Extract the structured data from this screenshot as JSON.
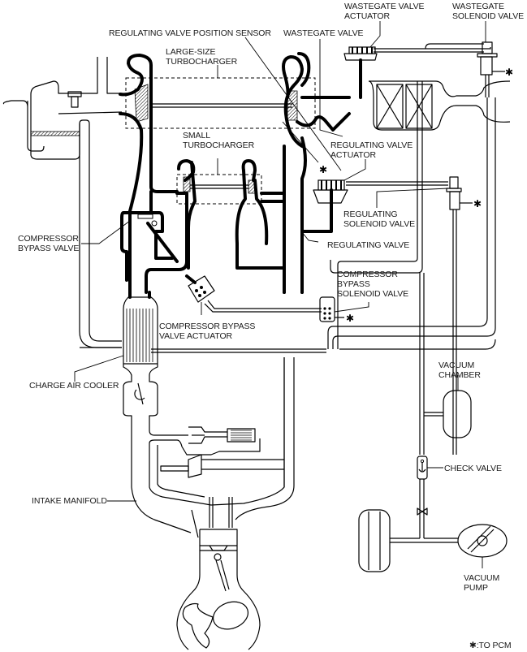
{
  "diagram": {
    "title": "Two-stage turbocharger vacuum / boost control system",
    "labels": {
      "regulating_valve_position_sensor": "REGULATING VALVE POSITION SENSOR",
      "wastegate_valve": "WASTEGATE VALVE",
      "wastegate_valve_actuator": "WASTEGATE VALVE\nACTUATOR",
      "wastegate_solenoid_valve": "WASTEGATE\nSOLENOID VALVE",
      "large_size_turbocharger": "LARGE-SIZE\nTURBOCHARGER",
      "small_turbocharger": "SMALL\nTURBOCHARGER",
      "regulating_valve_actuator": "REGULATING VALVE\nACTUATOR",
      "regulating_solenoid_valve": "REGULATING\nSOLENOID VALVE",
      "compressor_bypass_valve": "COMPRESSOR\nBYPASS VALVE",
      "regulating_valve": "REGULATING VALVE",
      "compressor_bypass_solenoid_valve": "COMPRESSOR\nBYPASS\nSOLENOID VALVE",
      "compressor_bypass_valve_actuator": "COMPRESSOR BYPASS\nVALVE ACTUATOR",
      "charge_air_cooler": "CHARGE AIR COOLER",
      "vacuum_chamber": "VACUUM\nCHAMBER",
      "check_valve": "CHECK VALVE",
      "intake_manifold": "INTAKE MANIFOLD",
      "vacuum_pump": "VACUUM\nPUMP"
    },
    "pcm_marker": "✱",
    "legend": "✱:TO PCM"
  }
}
